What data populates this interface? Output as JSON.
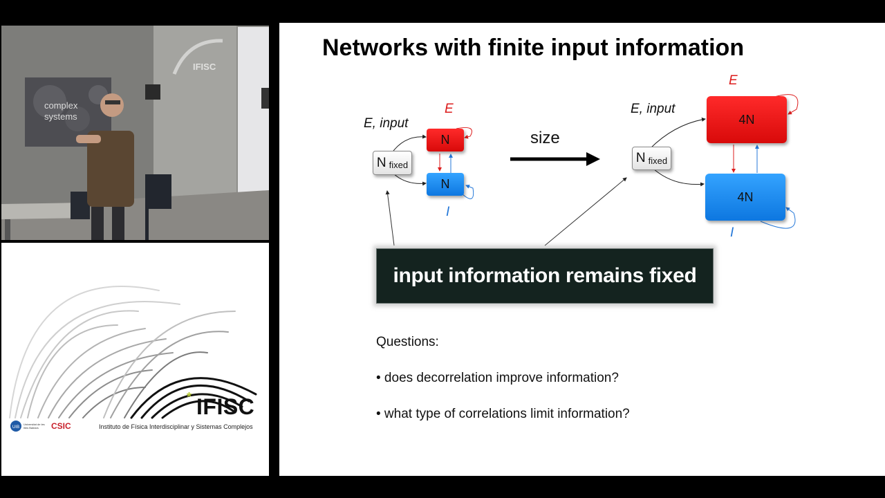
{
  "video_panel": {
    "poster_text": "complex systems",
    "wall_sign": "IFISC"
  },
  "logo_panel": {
    "logo_text": "IFISC",
    "institute": "Instituto de Física Interdisciplinar y Sistemas Complejos",
    "uib_text": "Universitat de les Illes Balears",
    "csic_text": "CSIC",
    "accent_color": "#b5c933"
  },
  "slide": {
    "title": "Networks with finite input information",
    "left_network": {
      "input_label": "E, input",
      "excitatory_label": "E",
      "inhibitory_label": "I",
      "excitatory_node": "N",
      "inhibitory_node": "N",
      "fixed_node": "N",
      "fixed_sub": "fixed"
    },
    "size_label": "size",
    "right_network": {
      "input_label": "E, input",
      "excitatory_label": "E",
      "inhibitory_label": "I",
      "excitatory_node": "4N",
      "inhibitory_node": "4N",
      "fixed_node": "N",
      "fixed_sub": "fixed"
    },
    "banner": "input information remains fixed",
    "questions_heading": "Questions:",
    "questions": [
      "• does decorrelation improve information?",
      "• what type of correlations limit information?"
    ],
    "colors": {
      "excitatory": "#dc1d1d",
      "inhibitory": "#2377d8",
      "banner_bg": "#14231f"
    }
  }
}
